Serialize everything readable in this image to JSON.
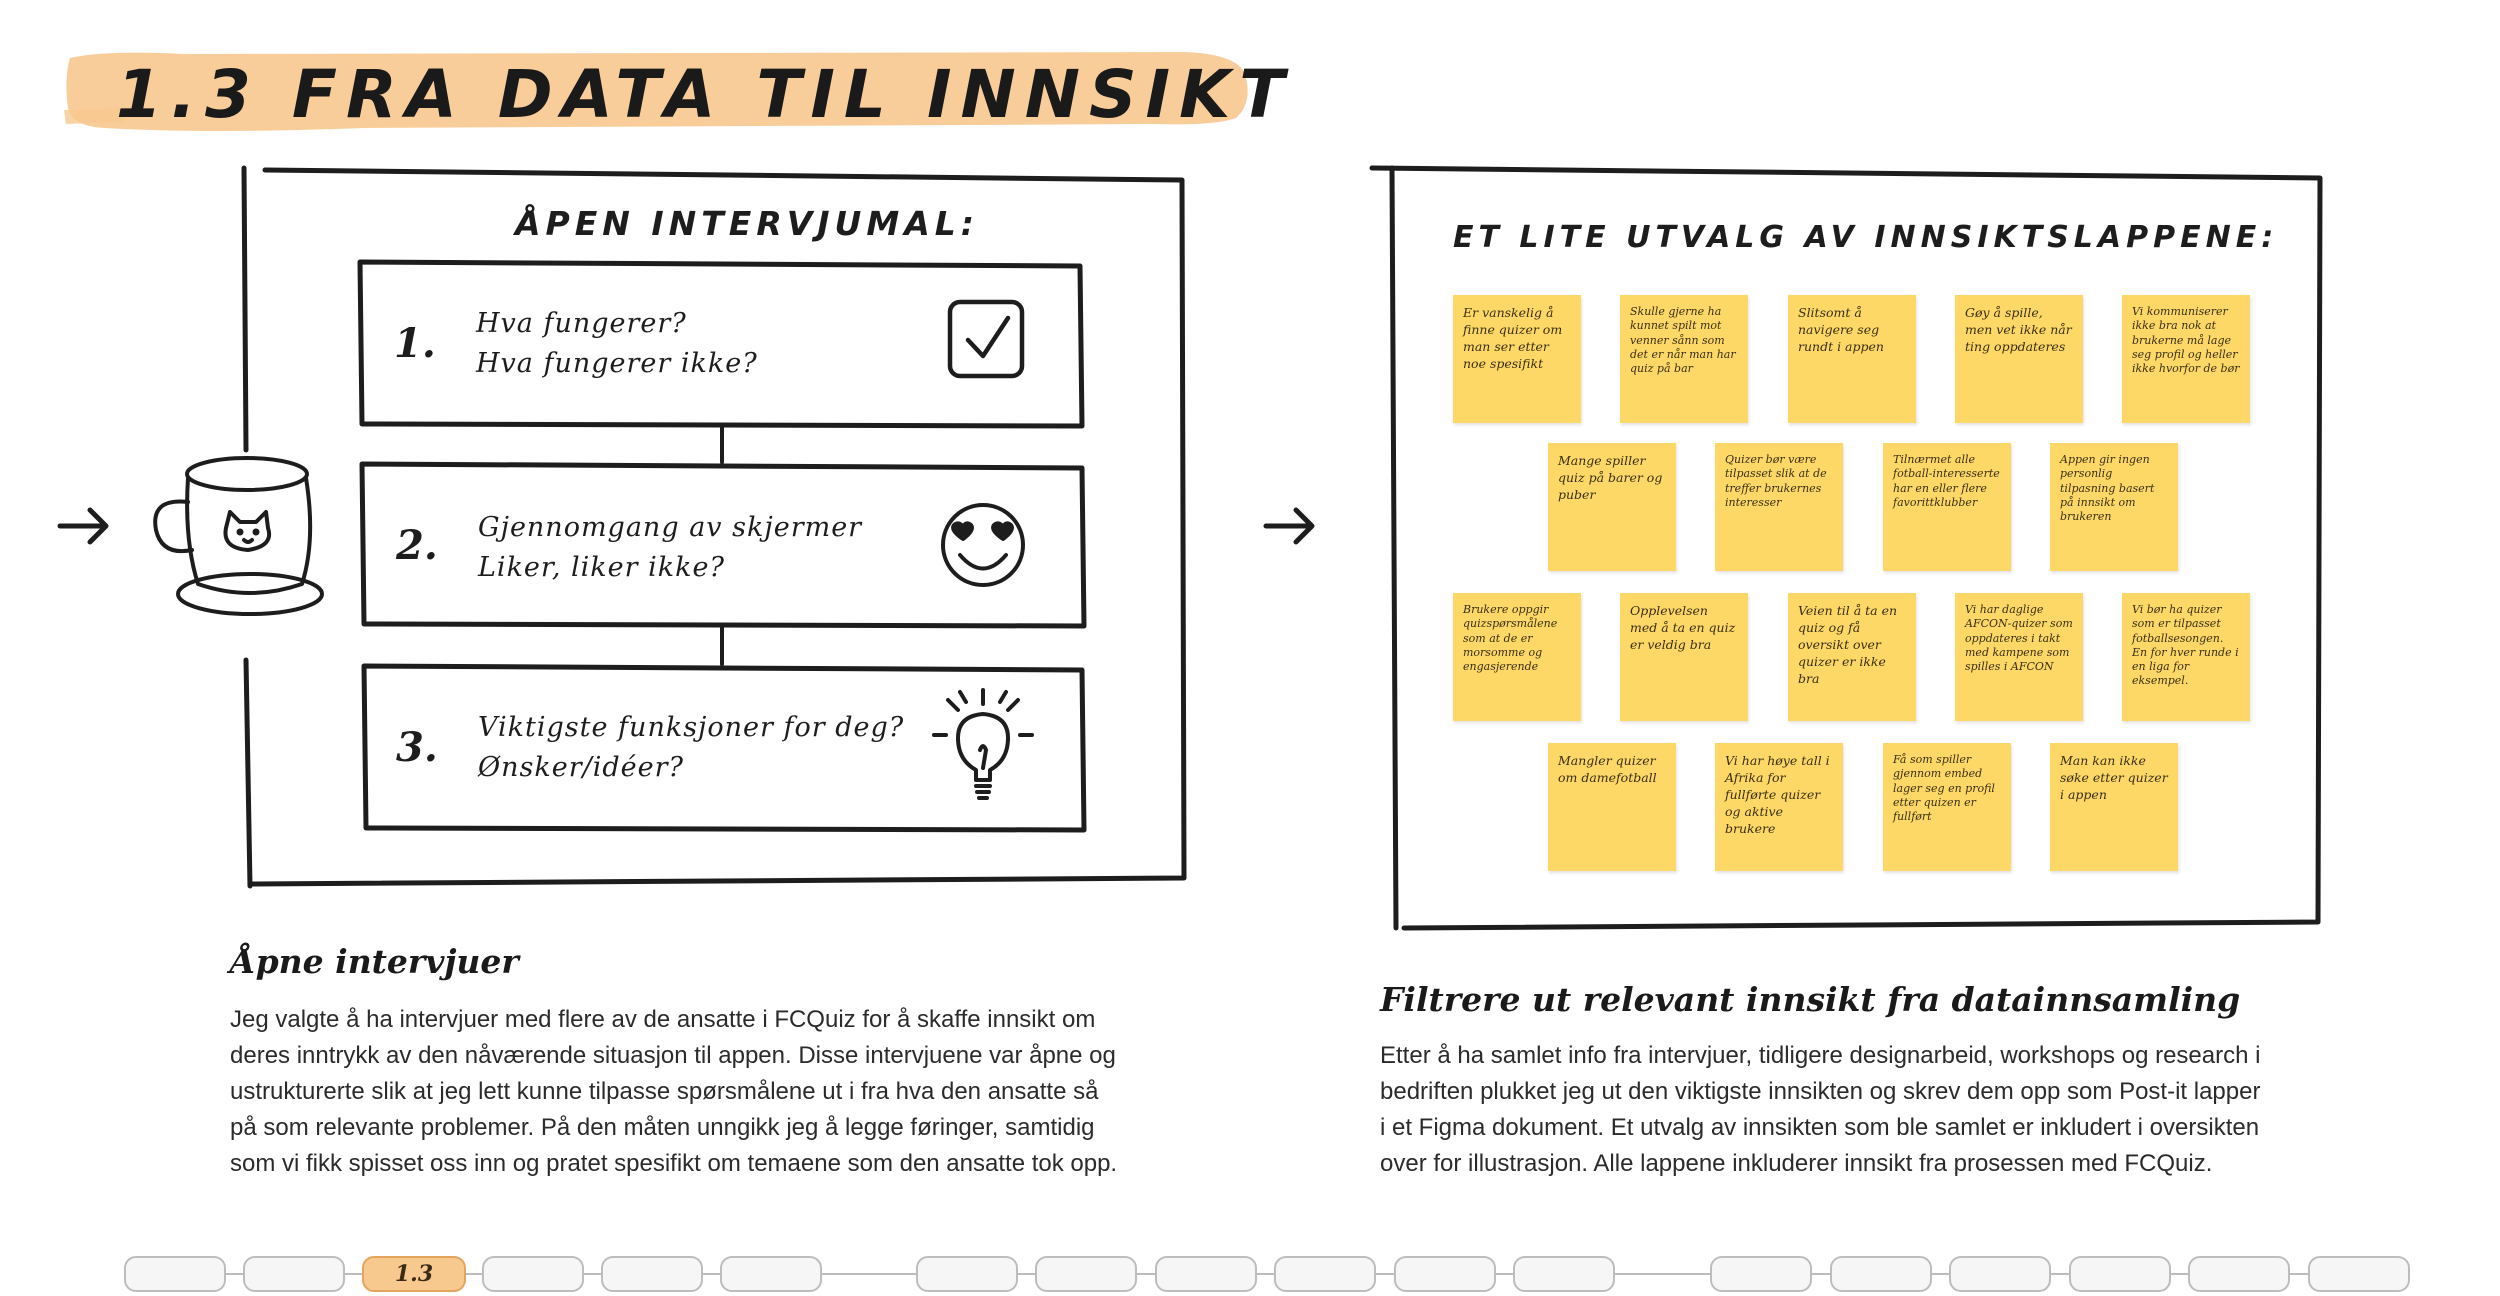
{
  "title": "1.3 FRA DATA TIL INNSIKT",
  "interview_panel": {
    "heading": "ÅPEN INTERVJUMAL:",
    "questions": [
      {
        "num": "1.",
        "line1": "Hva fungerer?",
        "line2": "Hva fungerer ikke?",
        "icon": "checkbox-icon"
      },
      {
        "num": "2.",
        "line1": "Gjennomgang av skjermer",
        "line2": "Liker, liker ikke?",
        "icon": "smiley-heart-eyes-icon"
      },
      {
        "num": "3.",
        "line1": "Viktigste funksjoner for deg?",
        "line2": "Ønsker/idéer?",
        "icon": "lightbulb-icon"
      }
    ]
  },
  "notes_panel": {
    "heading": "ET LITE UTVALG AV INNSIKTSLAPPENE:",
    "note_color": "#fdd867",
    "notes": [
      "Er vanskelig å finne quizer om man ser etter noe spesifikt",
      "Skulle gjerne ha kunnet spilt mot venner sånn som det er når man har quiz på bar",
      "Slitsomt å navigere seg rundt i appen",
      "Gøy å spille, men vet ikke når ting oppdateres",
      "Vi kommuniserer ikke bra nok at brukerne må lage seg profil og heller ikke hvorfor de bør",
      "Mange spiller quiz på barer og puber",
      "Quizer bør være tilpasset slik at de treffer brukernes interesser",
      "Tilnærmet alle fotball-interesserte har en eller flere favorittklubber",
      "Appen gir ingen personlig tilpasning basert på innsikt om brukeren",
      "Brukere oppgir quizspørsmålene som at de er morsomme og engasjerende",
      "Opplevelsen med å ta en quiz er veldig bra",
      "Veien til å ta en quiz og få oversikt over quizer er ikke bra",
      "Vi har daglige AFCON-quizer som oppdateres i takt med kampene som spilles i AFCON",
      "Vi bør ha quizer som er tilpasset fotballsesongen. En for hver runde i en liga for eksempel.",
      "Mangler quizer om damefotball",
      "Vi har høye tall i Afrika for fullførte quizer og aktive brukere",
      "Få som spiller gjennom embed lager seg en profil etter quizen er fullført",
      "Man kan ikke søke etter quizer i appen"
    ]
  },
  "section_left": {
    "title": "Åpne intervjuer",
    "lines": [
      "Jeg valgte å ha intervjuer med flere av de ansatte i FCQuiz for å skaffe innsikt om",
      "deres inntrykk av den nåværende situasjon til appen. Disse intervjuene var åpne og",
      "ustrukturerte slik at jeg lett kunne tilpasse spørsmålene ut i fra hva den ansatte så",
      "på som relevante problemer. På den måten unngikk jeg å legge føringer, samtidig",
      "som vi fikk spisset oss inn og pratet spesifikt om temaene som den ansatte tok opp."
    ]
  },
  "section_right": {
    "title": "Filtrere ut relevant innsikt fra datainnsamling",
    "lines": [
      "Etter å ha samlet info fra intervjuer, tidligere designarbeid, workshops og research i",
      "bedriften plukket jeg ut den viktigste innsikten og skrev dem opp som Post-it lapper",
      "i et Figma dokument. Et utvalg av innsikten som ble samlet er inkludert i oversikten",
      "over for illustrasjon. Alle lappene inkluderer innsikt fra prosessen med FCQuiz."
    ]
  },
  "nav": {
    "active_label": "1.3",
    "accent": "#f7c98e"
  }
}
